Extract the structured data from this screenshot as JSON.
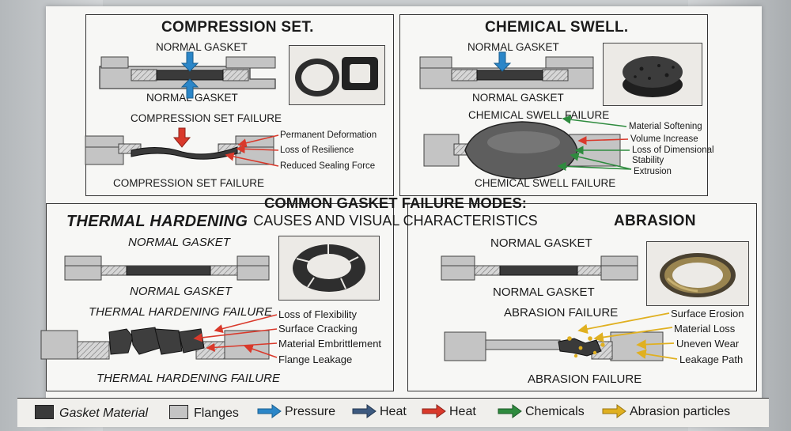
{
  "center": {
    "title": "COMMON GASKET FAILURE MODES:",
    "subtitle": "CAUSES AND VISUAL CHARACTERISTICS"
  },
  "panels": {
    "compression": {
      "title": "COMPRESSION SET.",
      "normal_top": "NORMAL GASKET",
      "normal_bottom": "NORMAL GASKET",
      "failure_top": "COMPRESSION SET FAILURE",
      "failure_bottom": "COMPRESSION SET FAILURE",
      "annotations": [
        "Permanent Deformation",
        "Loss of Resilience",
        "Reduced Sealing Force"
      ]
    },
    "chemical": {
      "title": "CHEMICAL SWELL.",
      "normal_top": "NORMAL GASKET",
      "normal_bottom": "NORMAL GASKET",
      "failure_top": "CHEMICAL SWELL FAILURE",
      "failure_bottom": "CHEMICAL SWELL FAILURE",
      "annotations": [
        "Material Softening",
        "Volume Increase",
        "Loss of Dimensional",
        "Stability",
        "Extrusion"
      ]
    },
    "thermal": {
      "title": "THERMAL HARDENING",
      "normal_top": "NORMAL GASKET",
      "normal_bottom": "NORMAL GASKET",
      "failure_top": "THERMAL HARDENING FAILURE",
      "failure_bottom": "THERMAL HARDENING FAILURE",
      "annotations": [
        "Loss of Flexibility",
        "Surface Cracking",
        "Material Embrittlement",
        "Flange Leakage"
      ]
    },
    "abrasion": {
      "title": "ABRASION",
      "normal_top": "NORMAL GASKET",
      "normal_bottom": "NORMAL GASKET",
      "failure_top": "ABRASION FAILURE",
      "failure_bottom": "ABRASION FAILURE",
      "annotations": [
        "Surface Erosion",
        "Material Loss",
        "Uneven Wear",
        "Leakage Path"
      ]
    }
  },
  "legend": {
    "gasket": "Gasket Material",
    "flanges": "Flanges",
    "pressure": "Pressure",
    "heat_dark": "Heat",
    "heat_red": "Heat",
    "chemicals": "Chemicals",
    "abrasion": "Abrasion particles"
  },
  "colors": {
    "gasket": "#3a3a3a",
    "flange": "#c4c4c4",
    "pressure": "#2b86c8",
    "heat_dark": "#3d5a80",
    "heat_red": "#d9392b",
    "chemicals": "#2e8b3e",
    "abrasion": "#e0b020"
  }
}
